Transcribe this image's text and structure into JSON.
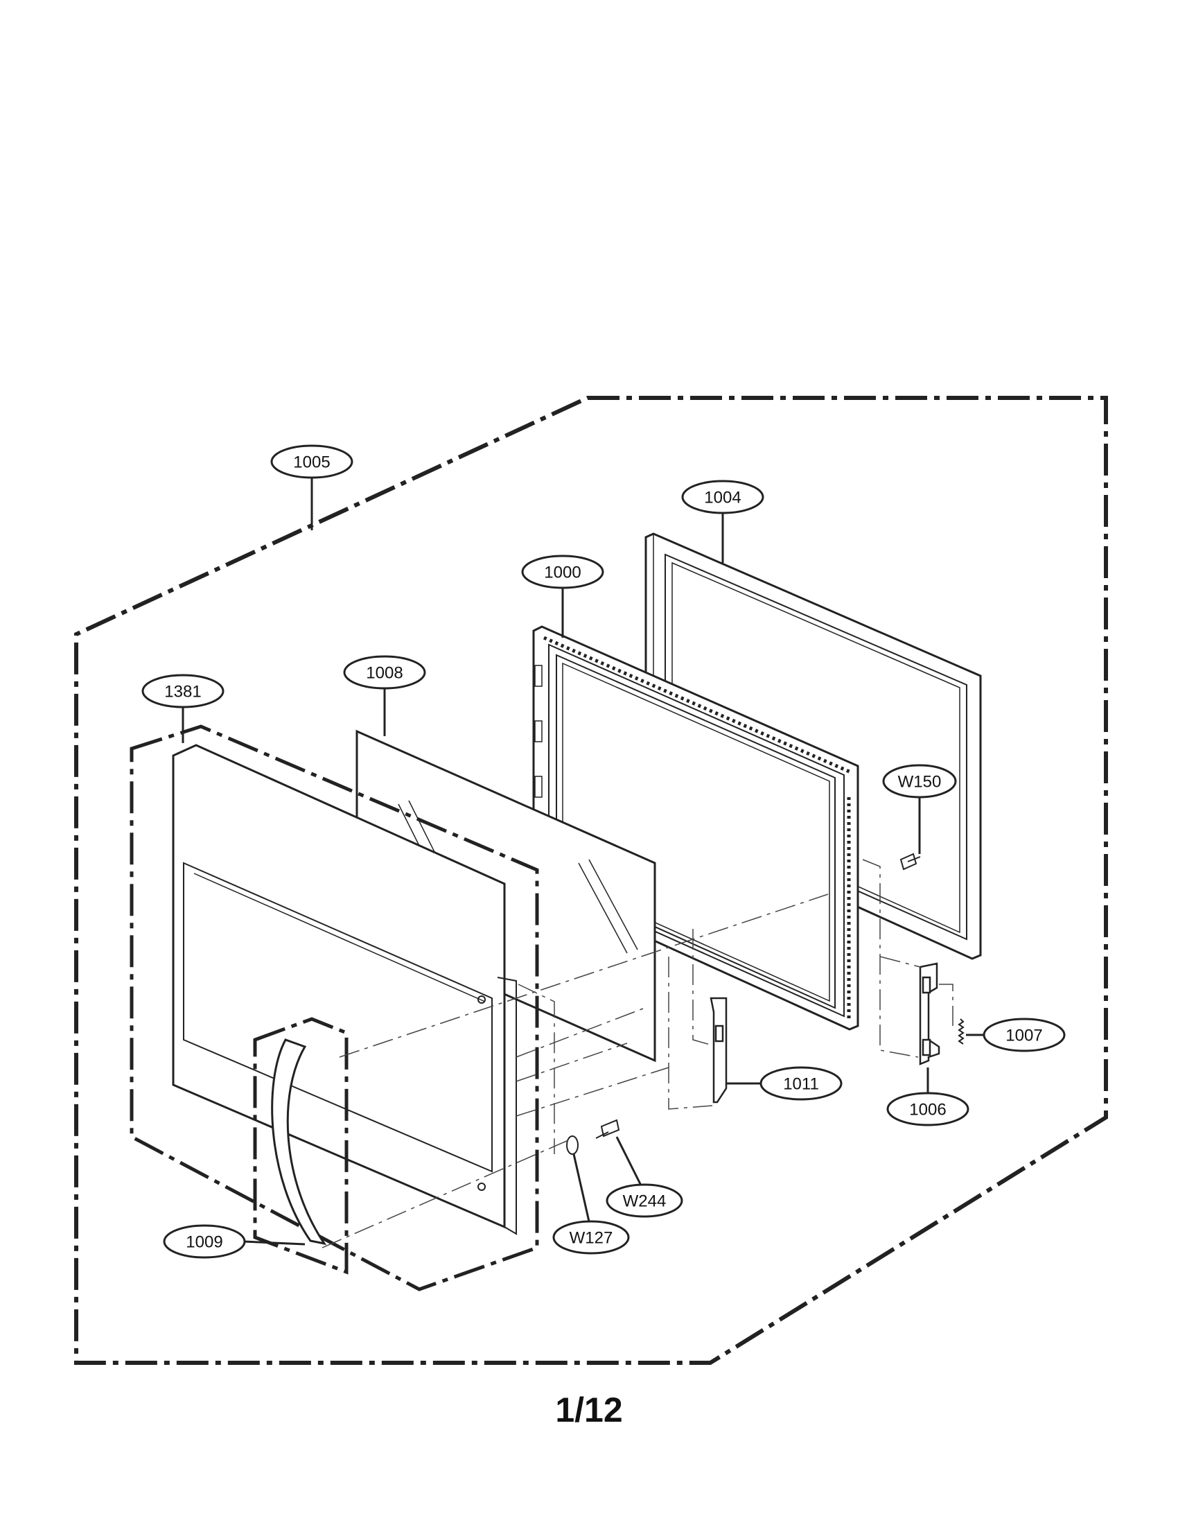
{
  "diagram": {
    "callouts": {
      "c1005": "1005",
      "c1004": "1004",
      "c1000": "1000",
      "c1008": "1008",
      "c1381": "1381",
      "cW150": "W150",
      "c1007": "1007",
      "c1011": "1011",
      "c1006": "1006",
      "cW244": "W244",
      "cW127": "W127",
      "c1009": "1009"
    }
  },
  "footer": {
    "page_number": "1/12"
  }
}
